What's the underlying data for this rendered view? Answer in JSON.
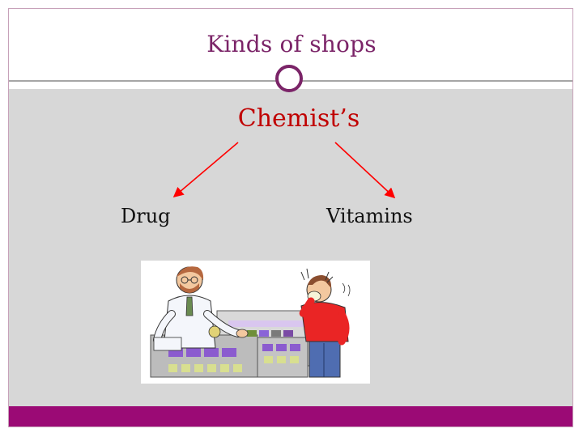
{
  "slide": {
    "title": "Kinds of shops"
  },
  "diagram": {
    "root": "Chemist’s",
    "children": [
      "Drug",
      "Vitamins"
    ]
  },
  "colors": {
    "title": "#7b2468",
    "root": "#c00000",
    "arrows": "#ff0000",
    "content_background": "#d7d7d7",
    "bottom_bar": "#9b0a75"
  },
  "illustration": {
    "subject": "pharmacist and customer at a chemist counter"
  }
}
